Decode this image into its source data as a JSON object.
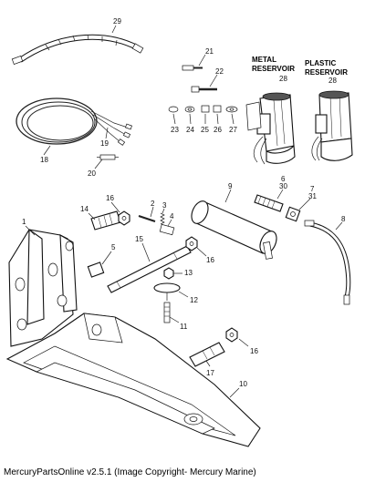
{
  "labels": {
    "metal_reservoir": [
      "METAL",
      "RESERVOIR"
    ],
    "metal_reservoir_num": "28",
    "plastic_reservoir": [
      "PLASTIC",
      "RESERVOIR"
    ],
    "plastic_reservoir_num": "28"
  },
  "callouts": [
    {
      "id": "c29",
      "text": "29"
    },
    {
      "id": "c21",
      "text": "21"
    },
    {
      "id": "c22",
      "text": "22"
    },
    {
      "id": "c23",
      "text": "23"
    },
    {
      "id": "c24",
      "text": "24"
    },
    {
      "id": "c25",
      "text": "25"
    },
    {
      "id": "c26",
      "text": "26"
    },
    {
      "id": "c27",
      "text": "27"
    },
    {
      "id": "c19",
      "text": "19"
    },
    {
      "id": "c18",
      "text": "18"
    },
    {
      "id": "c20",
      "text": "20"
    },
    {
      "id": "c9",
      "text": "9"
    },
    {
      "id": "c6",
      "text": "6"
    },
    {
      "id": "c30",
      "text": "30"
    },
    {
      "id": "c7",
      "text": "7"
    },
    {
      "id": "c31",
      "text": "31"
    },
    {
      "id": "c8",
      "text": "8"
    },
    {
      "id": "c16a",
      "text": "16"
    },
    {
      "id": "c2",
      "text": "2"
    },
    {
      "id": "c3",
      "text": "3"
    },
    {
      "id": "c4",
      "text": "4"
    },
    {
      "id": "c14",
      "text": "14"
    },
    {
      "id": "c1",
      "text": "1"
    },
    {
      "id": "c5",
      "text": "5"
    },
    {
      "id": "c15",
      "text": "15"
    },
    {
      "id": "c16b",
      "text": "16"
    },
    {
      "id": "c13",
      "text": "13"
    },
    {
      "id": "c12",
      "text": "12"
    },
    {
      "id": "c11",
      "text": "11"
    },
    {
      "id": "c16c",
      "text": "16"
    },
    {
      "id": "c17",
      "text": "17"
    },
    {
      "id": "c10",
      "text": "10"
    }
  ],
  "footer": "MercuryPartsOnline v2.5.1 (Image Copyright- Mercury Marine)"
}
